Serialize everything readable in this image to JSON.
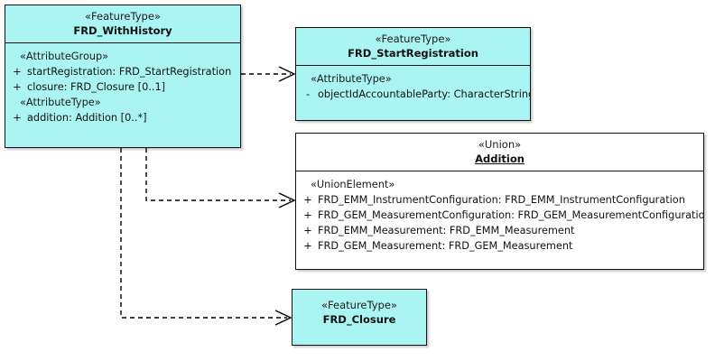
{
  "diagram": {
    "type": "uml-class-diagram",
    "background": "#ffffff",
    "classes": [
      {
        "id": "withhistory",
        "stereotype": "«FeatureType»",
        "name": "FRD_WithHistory",
        "fill": "#aaf4f4",
        "name_underlined": false,
        "compartments": [
          {
            "group_stereotype": "«AttributeGroup»",
            "features": [
              {
                "visibility": "+",
                "text": "startRegistration: FRD_StartRegistration"
              },
              {
                "visibility": "+",
                "text": "closure: FRD_Closure [0..1]"
              }
            ]
          },
          {
            "group_stereotype": "«AttributeType»",
            "features": [
              {
                "visibility": "+",
                "text": "addition: Addition [0..*]"
              }
            ]
          }
        ]
      },
      {
        "id": "startreg",
        "stereotype": "«FeatureType»",
        "name": "FRD_StartRegistration",
        "fill": "#aaf4f4",
        "name_underlined": false,
        "compartments": [
          {
            "group_stereotype": "«AttributeType»",
            "features": [
              {
                "visibility": "-",
                "text": "objectIdAccountableParty: CharacterString"
              }
            ]
          }
        ]
      },
      {
        "id": "addition",
        "stereotype": "«Union»",
        "name": "Addition",
        "fill": "#ffffff",
        "name_underlined": true,
        "compartments": [
          {
            "group_stereotype": "«UnionElement»",
            "features": [
              {
                "visibility": "+",
                "text": "FRD_EMM_InstrumentConfiguration: FRD_EMM_InstrumentConfiguration"
              },
              {
                "visibility": "+",
                "text": "FRD_GEM_MeasurementConfiguration: FRD_GEM_MeasurementConfiguration"
              },
              {
                "visibility": "+",
                "text": "FRD_EMM_Measurement: FRD_EMM_Measurement"
              },
              {
                "visibility": "+",
                "text": "FRD_GEM_Measurement: FRD_GEM_Measurement"
              }
            ]
          }
        ]
      },
      {
        "id": "closure",
        "stereotype": "«FeatureType»",
        "name": "FRD_Closure",
        "fill": "#aaf4f4",
        "name_underlined": false,
        "compartments": []
      }
    ],
    "connectors": [
      {
        "id": "dep-withhistory-startreg",
        "kind": "dependency",
        "style": "dashed",
        "arrow": "open",
        "from": "withhistory",
        "to": "startreg"
      },
      {
        "id": "dep-withhistory-addition",
        "kind": "dependency",
        "style": "dashed",
        "arrow": "open",
        "from": "withhistory",
        "to": "addition"
      },
      {
        "id": "dep-withhistory-closure",
        "kind": "dependency",
        "style": "dashed",
        "arrow": "open",
        "from": "withhistory",
        "to": "closure"
      }
    ]
  }
}
